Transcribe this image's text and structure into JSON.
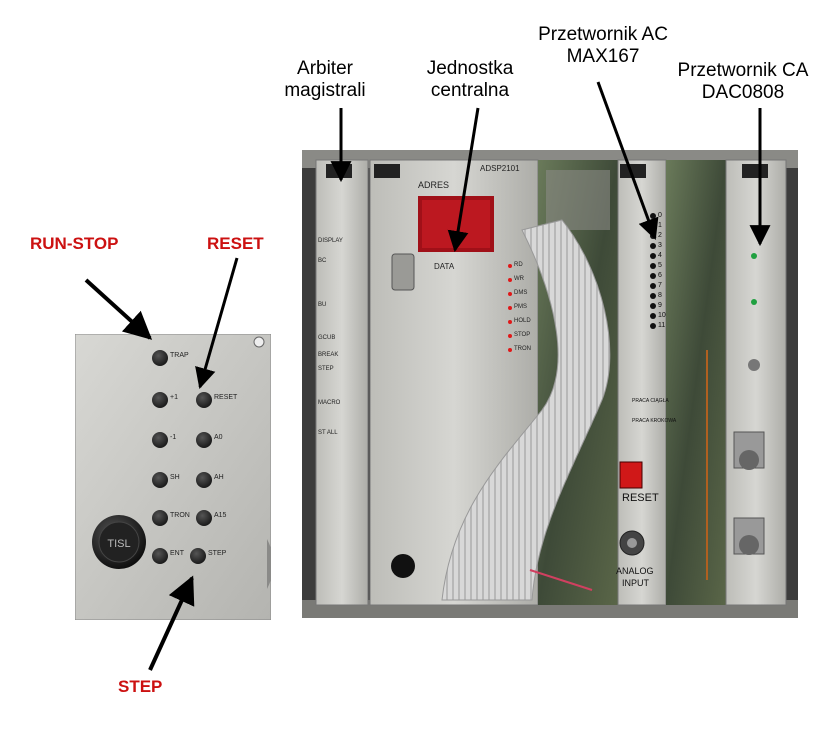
{
  "labels": {
    "arbiter": [
      "Arbiter",
      "magistrali"
    ],
    "cpu": [
      "Jednostka",
      "centralna"
    ],
    "adc": [
      "Przetwornik AC",
      "MAX167"
    ],
    "dac": [
      "Przetwornik CA",
      "DAC0808"
    ],
    "run_stop": "RUN-STOP",
    "reset": "RESET",
    "step": "STEP"
  },
  "left_panel": {
    "buttons": [
      "TRAP",
      "+1",
      "RESET",
      "-1",
      "A0",
      "SH",
      "AH",
      "TRON",
      "A15",
      "ENT",
      "STEP"
    ]
  },
  "rack": {
    "arbiter_labels": [
      "DISPLAY",
      "BC",
      "BU",
      "GCUB",
      "BREAK",
      "STEP",
      "MACRO",
      "ST ALL"
    ],
    "cpu_brand": "ADRES",
    "cpu_model": "ADSP2101",
    "cpu_data": "DATA",
    "cpu_indicators": [
      "RD",
      "WR",
      "DMS",
      "PMS",
      "HOLD",
      "STOP",
      "TRON"
    ],
    "adc_channels": [
      "0",
      "1",
      "2",
      "3",
      "4",
      "5",
      "6",
      "7",
      "8",
      "9",
      "10",
      "11"
    ],
    "adc_reset": "RESET",
    "adc_input": [
      "ANALOG",
      "INPUT"
    ],
    "adc_work_labels": [
      "PRACA CIĄGŁA",
      "PRACA KROKOWA"
    ]
  },
  "colors": {
    "label_red": "#cc1111",
    "panel_gray": "#c8c8c4",
    "led_red": "#e01818",
    "led_green": "#20a040"
  }
}
